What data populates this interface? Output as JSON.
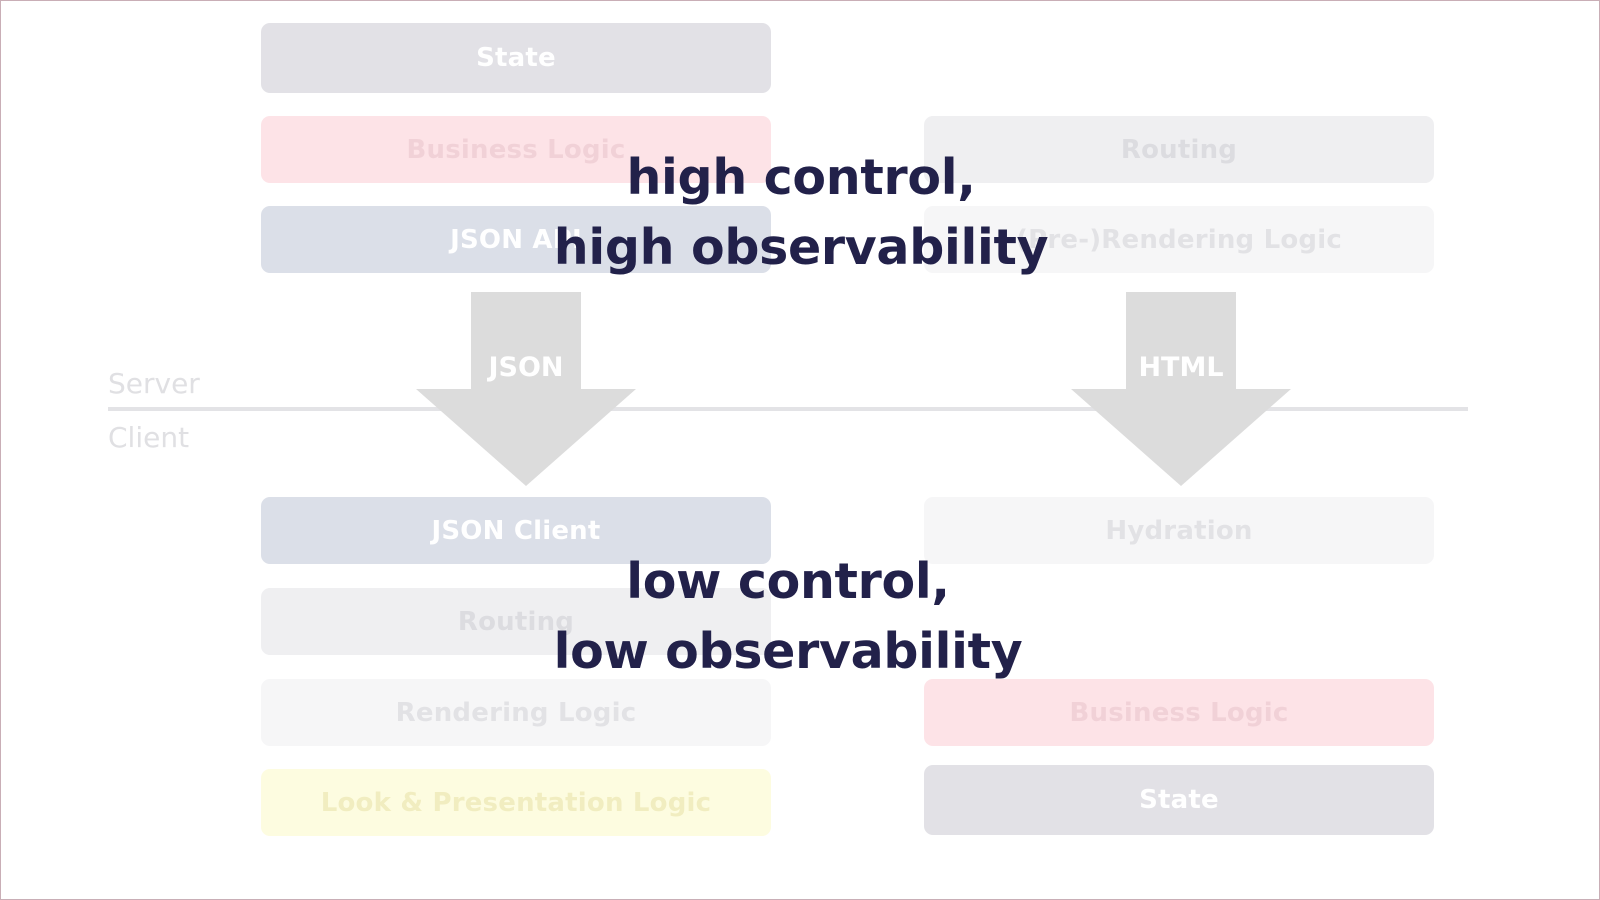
{
  "labels": {
    "server": "Server",
    "client": "Client"
  },
  "left_column": {
    "state": "State",
    "business_logic": "Business Logic",
    "json_api": "JSON API",
    "json_client": "JSON Client",
    "routing": "Routing",
    "rendering_logic": "Rendering Logic",
    "look_presentation_logic": "Look & Presentation Logic"
  },
  "right_column": {
    "routing": "Routing",
    "pre_rendering_logic": "(Pre-)Rendering Logic",
    "hydration": "Hydration",
    "business_logic": "Business Logic",
    "state": "State"
  },
  "arrows": {
    "left": "JSON",
    "right": "HTML"
  },
  "overlay": {
    "top_line1": "high control,",
    "top_line2": "high observability",
    "bottom_line1": "low control,",
    "bottom_line2": "low observability"
  },
  "colors": {
    "overlay_text": "#22214a",
    "arrow": "#dcdcdc",
    "state": "#e2e1e6",
    "business_logic": "#fde3e7",
    "json": "#dbdfe8",
    "routing": "#efeff1",
    "rendering": "#f6f6f7",
    "look": "#fdfce0"
  }
}
